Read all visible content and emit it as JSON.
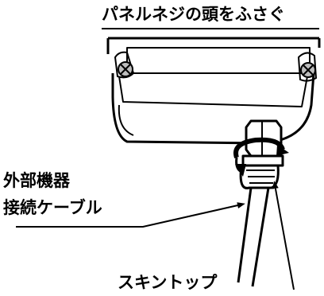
{
  "labels": {
    "panel_screw": "パネルネジの頭をふさぐ",
    "external_cable_line1": "外部機器",
    "external_cable_line2": "接続ケーブル",
    "skintop": "スキントップ"
  },
  "colors": {
    "line": "#000000",
    "background": "#ffffff"
  },
  "icons": [
    "screw-icon",
    "rotation-arrow-icon",
    "leader-arrow-icon"
  ]
}
